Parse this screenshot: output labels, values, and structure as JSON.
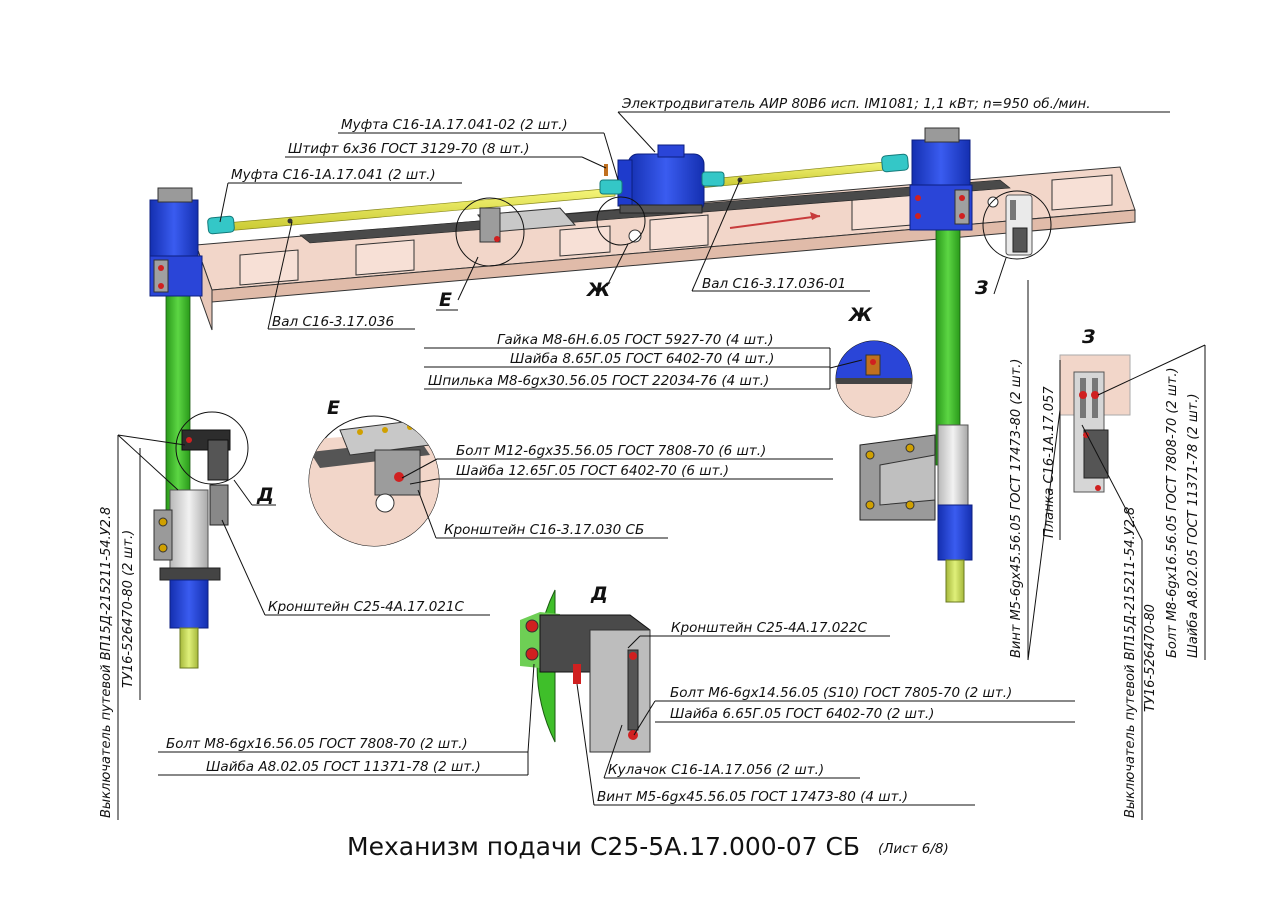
{
  "title": {
    "main": "Механизм подачи С25-5А.17.000-07 СБ",
    "sheet": "(Лист 6/8)"
  },
  "labels": {
    "motor": "Электродвигатель АИР 80В6 исп. IM1081; 1,1 кВт; n=950 об./мин.",
    "coupling_02": "Муфта С16-1А.17.041-02 (2 шт.)",
    "pin": "Штифт 6х36 ГОСТ 3129-70 (8 шт.)",
    "coupling": "Муфта С16-1А.17.041 (2 шт.)",
    "shaft_01": "Вал С16-3.17.036-01",
    "shaft": "Вал С16-3.17.036",
    "nut": "Гайка М8-6Н.6.05 ГОСТ 5927-70 (4 шт.)",
    "washer_865": "Шайба 8.65Г.05 ГОСТ 6402-70 (4 шт.)",
    "stud": "Шпилька М8-6gх30.56.05 ГОСТ 22034-76 (4 шт.)",
    "bolt_m12": "Болт  М12-6gх35.56.05 ГОСТ 7808-70 (6 шт.)",
    "washer_12": "Шайба 12.65Г.05 ГОСТ 6402-70 (6 шт.)",
    "bracket_030": "Кронштейн С16-3.17.030 СБ",
    "bracket_021": "Кронштейн С25-4А.17.021С",
    "bracket_022": "Кронштейн С25-4А.17.022С",
    "bolt_m6": "Болт М6-6gх14.56.05 (S10) ГОСТ 7805-70 (2 шт.)",
    "washer_665": "Шайба 6.65Г.05 ГОСТ 6402-70 (2 шт.)",
    "cam": "Кулачок С16-1А.17.056 (2 шт.)",
    "screw_m5_4": "Винт М5-6gх45.56.05 ГОСТ 17473-80 (4 шт.)",
    "bolt_m8_left": "Болт  М8-6gх16.56.05 ГОСТ 7808-70 (2 шт.)",
    "washer_a8_left": "Шайба А8.02.05 ГОСТ 11371-78 (2 шт.)",
    "switch_left_1": "Выключатель путевой ВП15Д-215211-54.У2.8",
    "switch_left_2": "ТУ16-526470-80 (2 шт.)",
    "screw_m5_2": "Винт М5-6gх45.56.05 ГОСТ 17473-80 (2 шт.)",
    "plate": "Планка С16-1А.17.057",
    "switch_right_1": "Выключатель путевой ВП15Д-215211-54.У2.8",
    "switch_right_2": "ТУ16-526470-80",
    "bolt_m8_right": "Болт   М8-6gх16.56.05 ГОСТ 7808-70 (2 шт.)",
    "washer_a8_right": "Шайба  А8.02.05 ГОСТ 11371-78 (2 шт.)"
  },
  "view_letters": {
    "E_main": "Е",
    "E_detail": "Е",
    "Zh_main": "Ж",
    "Zh_detail": "Ж",
    "Z_main": "З",
    "Z_detail": "З",
    "D_main": "Д",
    "D_detail": "Д"
  },
  "colors": {
    "frame": "#f2d6c9",
    "motor_blue": "#1f3fd6",
    "shaft_yellow": "#e8e84a",
    "column_green": "#3fbf2a",
    "coupling_cyan": "#34c7c7",
    "gray_part": "#8c8c8c"
  }
}
